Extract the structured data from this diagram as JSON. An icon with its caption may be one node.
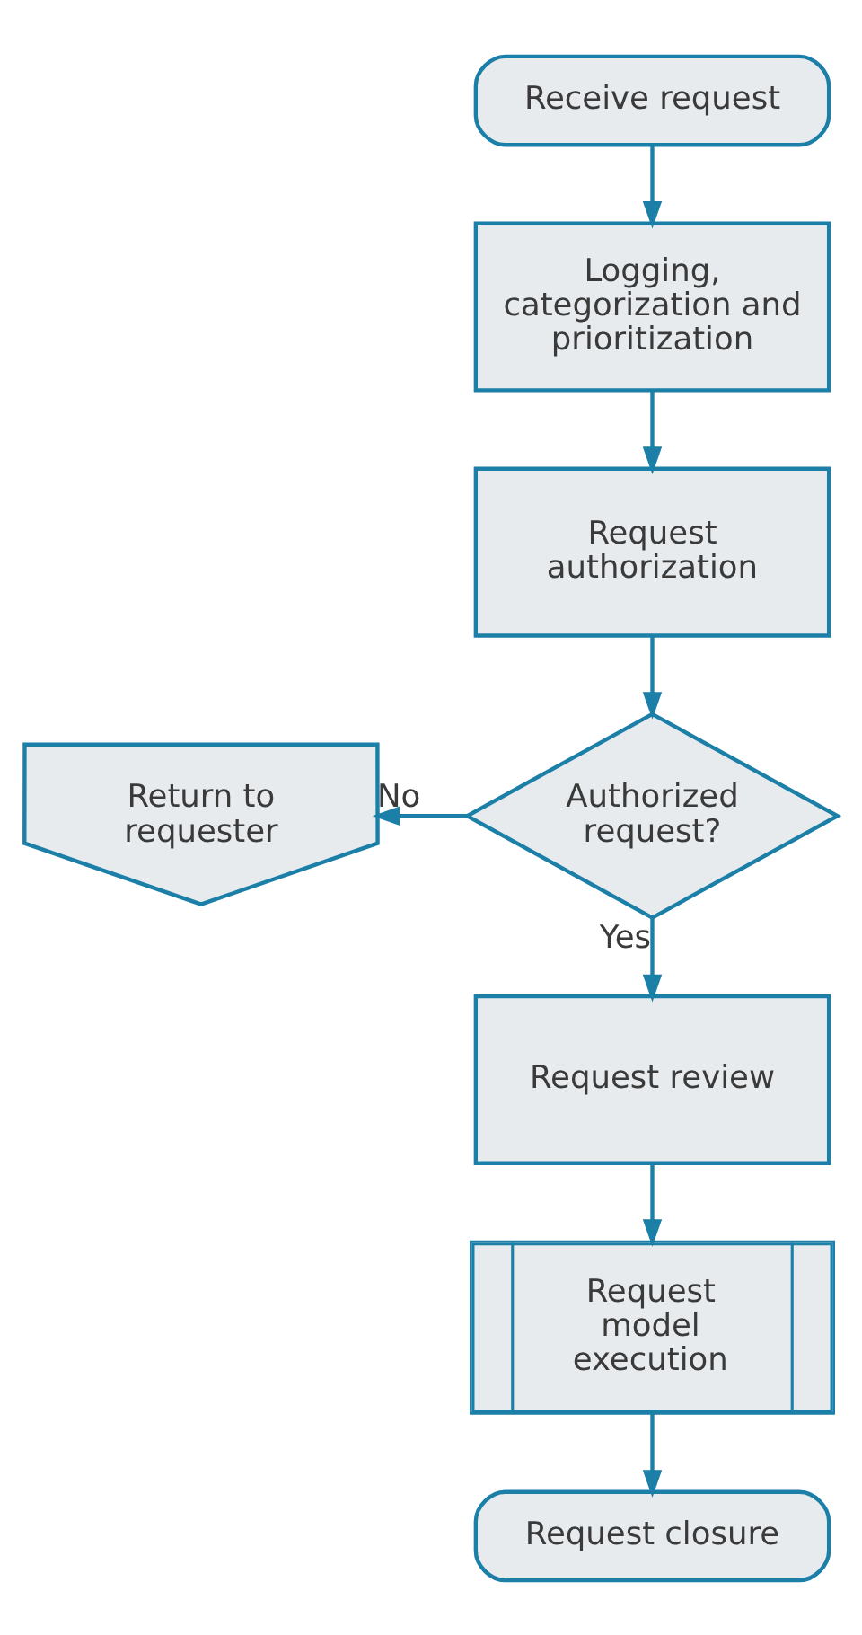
{
  "diagram": {
    "nodes": [
      {
        "text": [
          "Receive request"
        ]
      },
      {
        "text": [
          "Logging, categorization and prioritization"
        ]
      },
      {
        "text": [
          "Request authorization"
        ]
      },
      {
        "text": [
          "Authorized request?"
        ]
      },
      {
        "text": [
          "Return to requester"
        ]
      },
      {
        "text": [
          "Request review"
        ]
      },
      {
        "text": [
          "Request model execution"
        ]
      },
      {
        "text": [
          "Request closure"
        ]
      }
    ],
    "edges": [
      {
        "from": 0,
        "to": 1,
        "arrow": "to"
      },
      {
        "from": 1,
        "to": 2,
        "arrow": "to"
      },
      {
        "from": 2,
        "to": 3,
        "arrow": "to"
      },
      {
        "from": 3,
        "to": 4,
        "arrow": "to",
        "label": "No"
      },
      {
        "from": 3,
        "to": 5,
        "arrow": "to",
        "label": "Yes"
      },
      {
        "from": 5,
        "to": 6,
        "arrow": "to"
      },
      {
        "from": 6,
        "to": 7,
        "arrow": "to"
      }
    ]
  }
}
